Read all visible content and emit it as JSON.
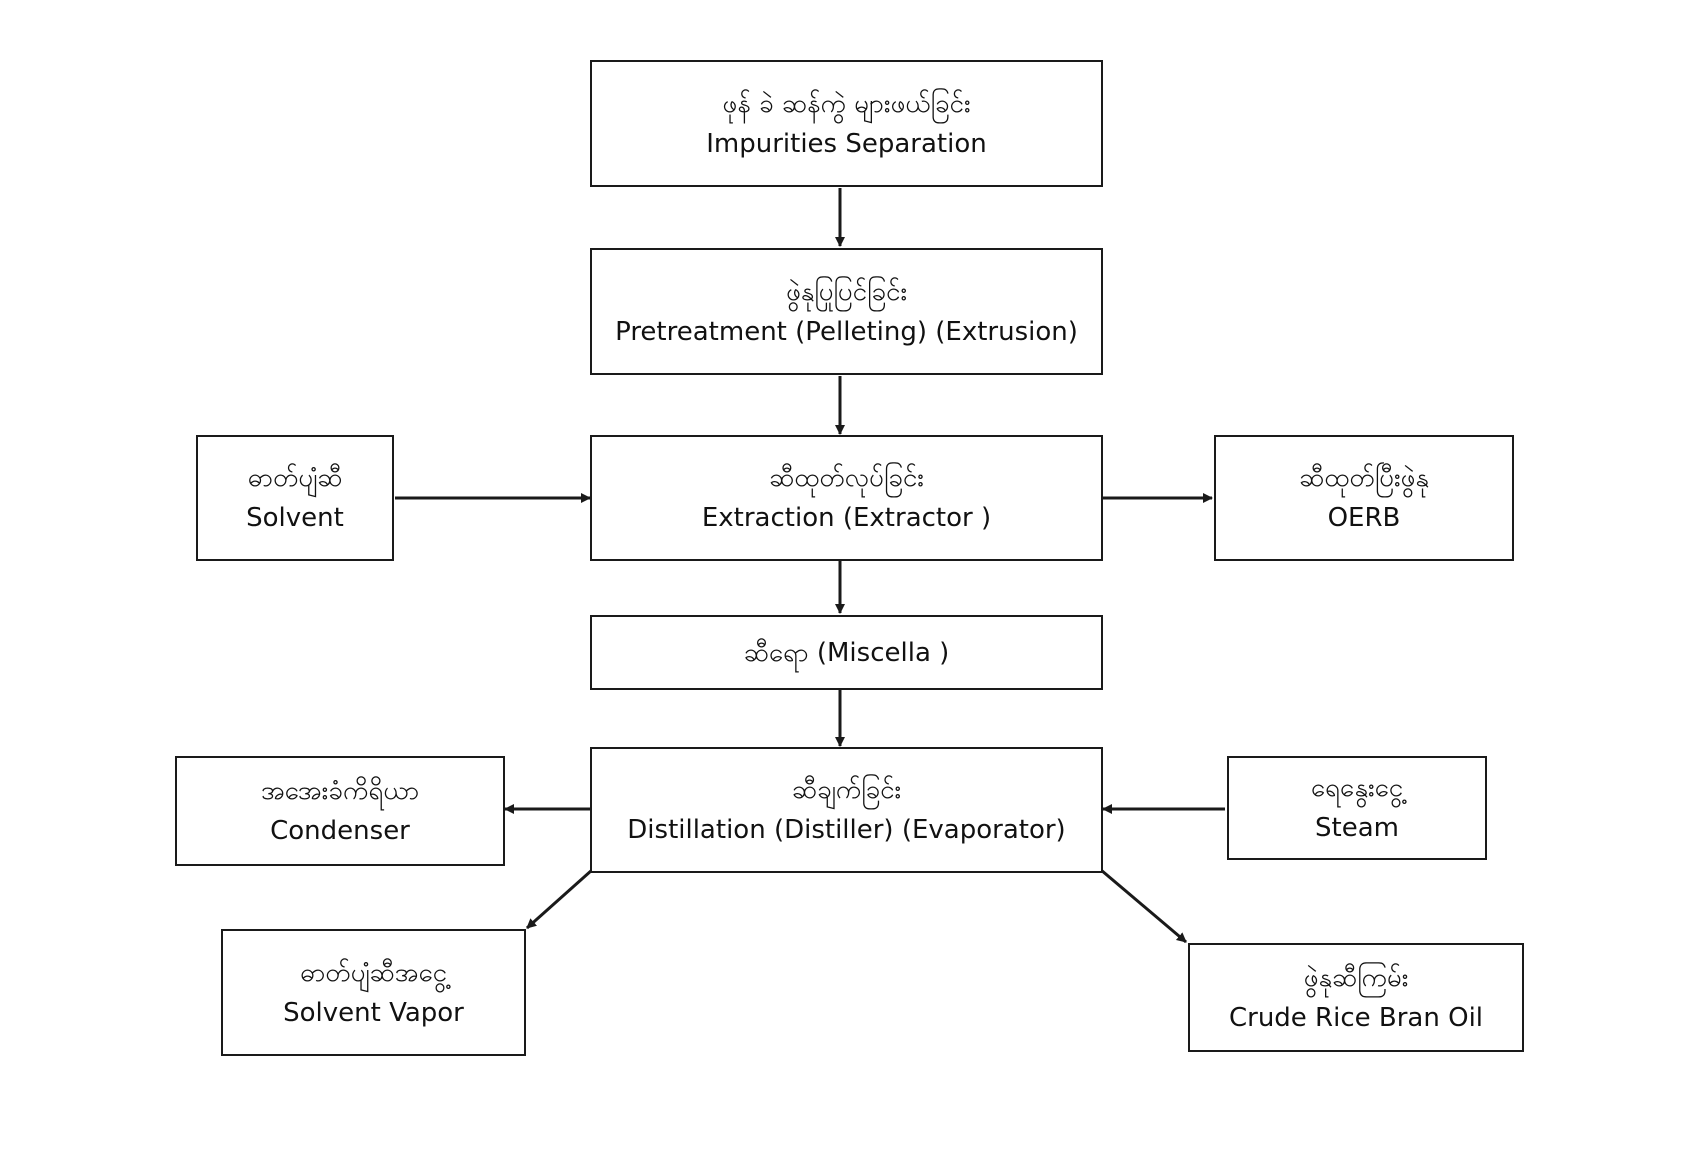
{
  "nodes": {
    "impurities": {
      "mm": "ဖုန် ခဲ ဆန်ကွဲ များဖယ်ခြင်း",
      "en": "Impurities Separation"
    },
    "pretreatment": {
      "mm": "ဖွဲနုပြုပြင်ခြင်း",
      "en": "Pretreatment (Pelleting) (Extrusion)"
    },
    "extraction": {
      "mm": "ဆီထုတ်လုပ်ခြင်း",
      "en": "Extraction (Extractor )"
    },
    "solvent": {
      "mm": "ဓာတ်ပျံဆီ",
      "en": "Solvent"
    },
    "oerb": {
      "mm": "ဆီထုတ်ပြီးဖွဲနု",
      "en": "OERB"
    },
    "miscella": {
      "en": "ဆီရော (Miscella )"
    },
    "distillation": {
      "mm": "ဆီချက်ခြင်း",
      "en": "Distillation (Distiller) (Evaporator)"
    },
    "condenser": {
      "mm": "အအေးခံကိရိယာ",
      "en": "Condenser"
    },
    "steam": {
      "mm": "ရေနွေးငွေ့",
      "en": "Steam"
    },
    "solvent_vapor": {
      "mm": "ဓာတ်ပျံဆီအငွေ့",
      "en": "Solvent Vapor"
    },
    "crude_oil": {
      "mm": "ဖွဲနုဆီကြမ်း",
      "en": "Crude Rice Bran Oil"
    }
  },
  "colors": {
    "stroke": "#1a1a1a",
    "background": "#ffffff"
  }
}
